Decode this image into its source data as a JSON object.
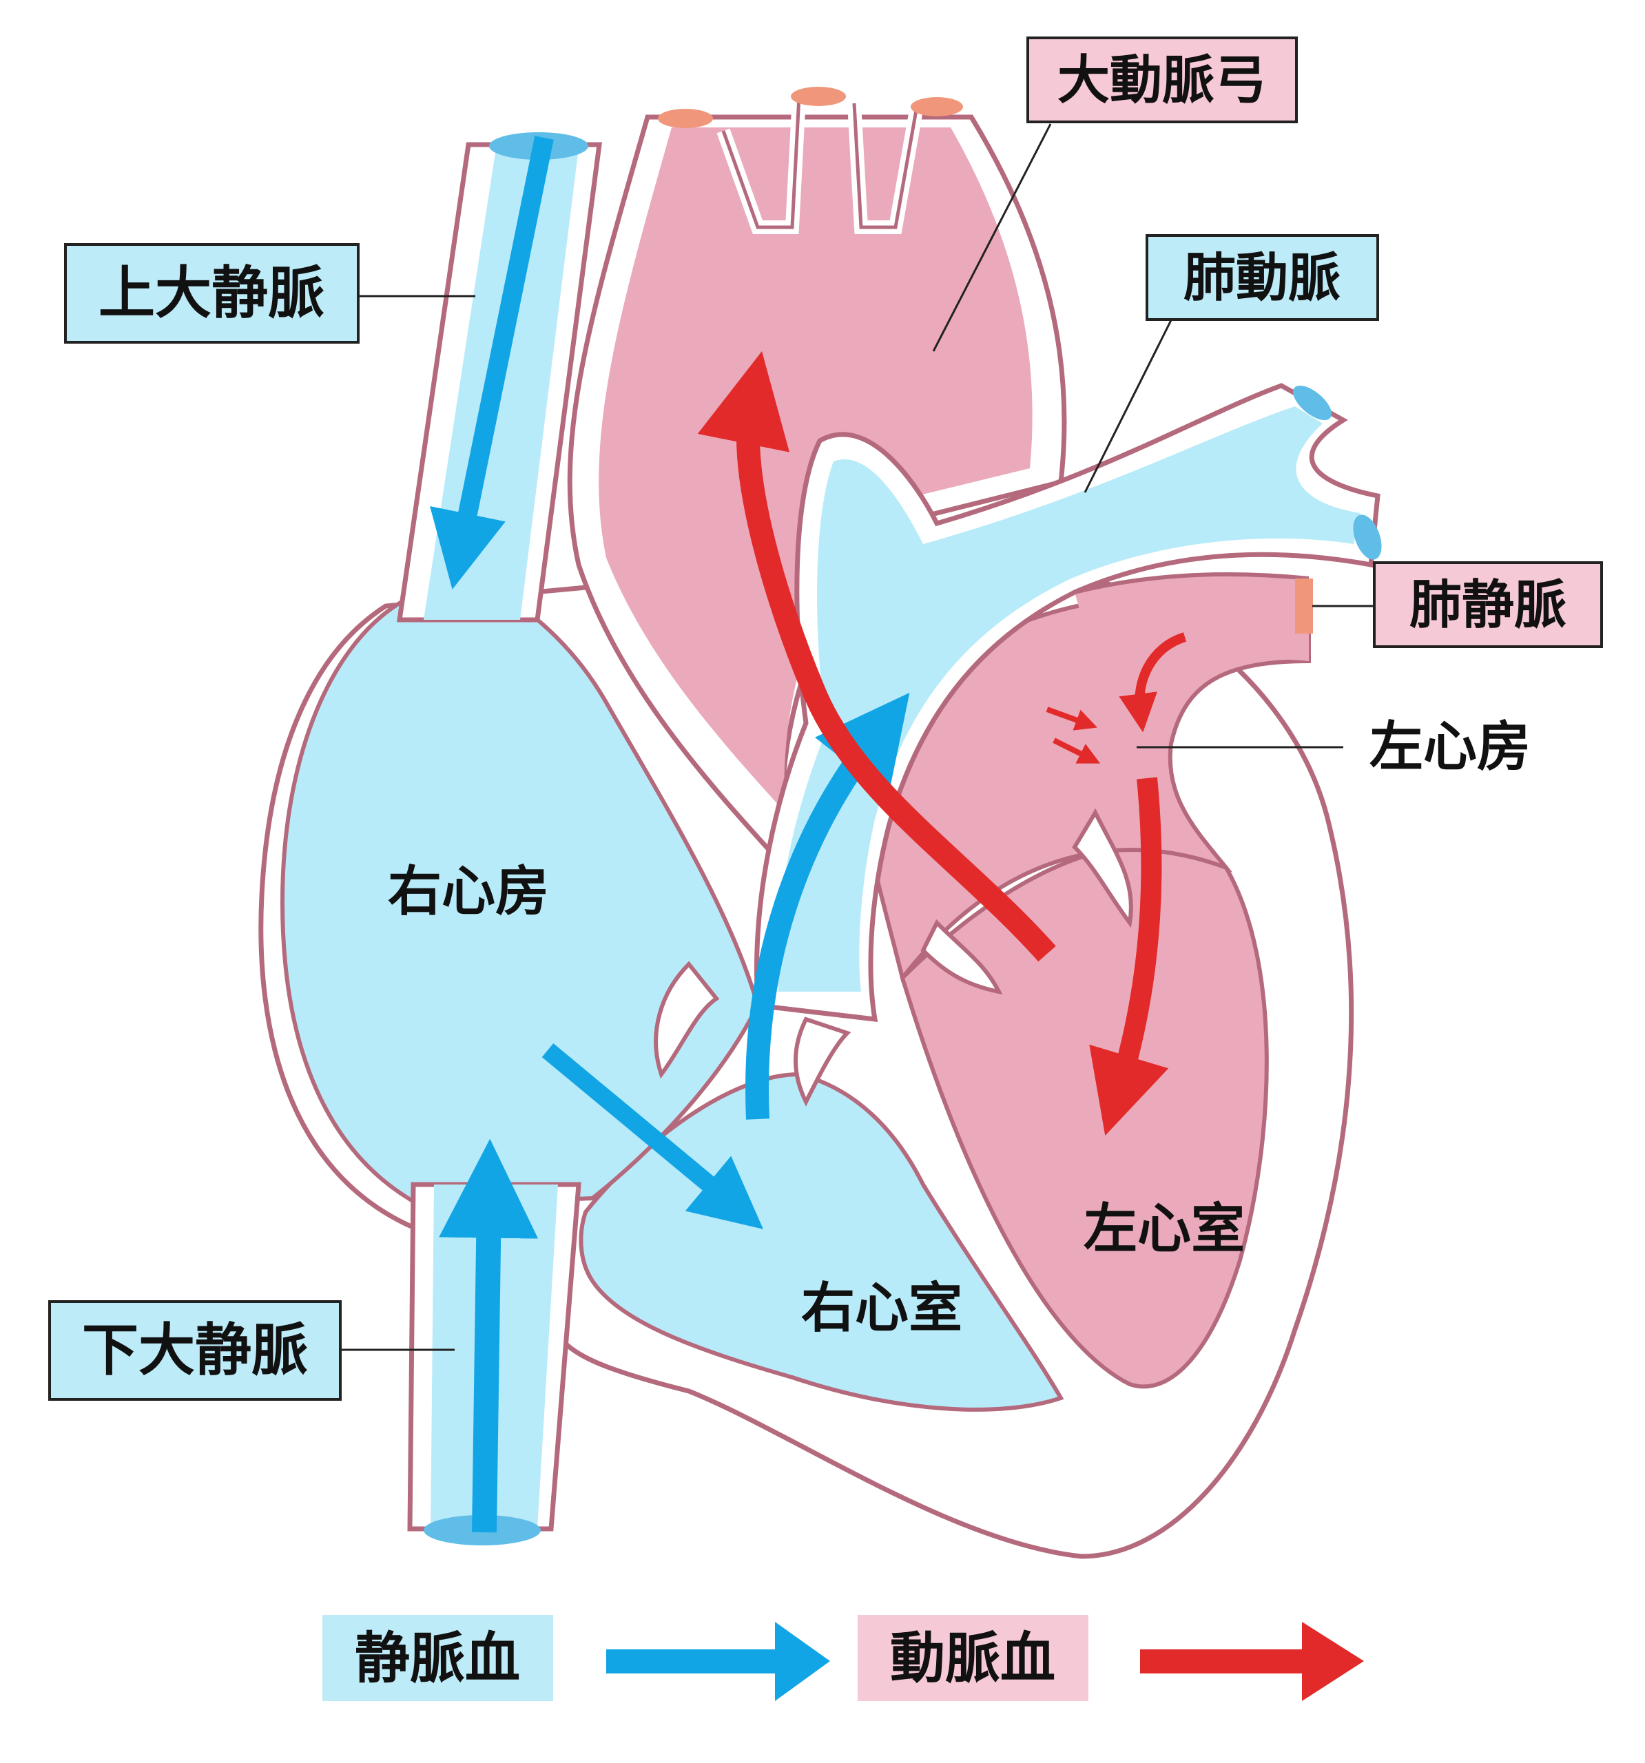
{
  "colors": {
    "venous_fill": "#b8ebf9",
    "arterial_fill": "#eaaabb",
    "outline": "#b46a7c",
    "venous_arrow": "#12a5e6",
    "arterial_arrow": "#e22a2a",
    "vessel_cap_blue": "#5fbde8",
    "vessel_cap_orange": "#f0967a",
    "label_box_blue": "#bdebf8",
    "label_box_pink": "#f6c9d6"
  },
  "labels": {
    "superior_vena_cava": "上大静脈",
    "inferior_vena_cava": "下大静脈",
    "aortic_arch": "大動脈弓",
    "pulmonary_artery": "肺動脈",
    "pulmonary_vein": "肺静脈",
    "left_atrium": "左心房",
    "right_atrium": "右心房",
    "right_ventricle": "右心室",
    "left_ventricle": "左心室"
  },
  "legend": {
    "venous_blood": "静脈血",
    "arterial_blood": "動脈血"
  }
}
